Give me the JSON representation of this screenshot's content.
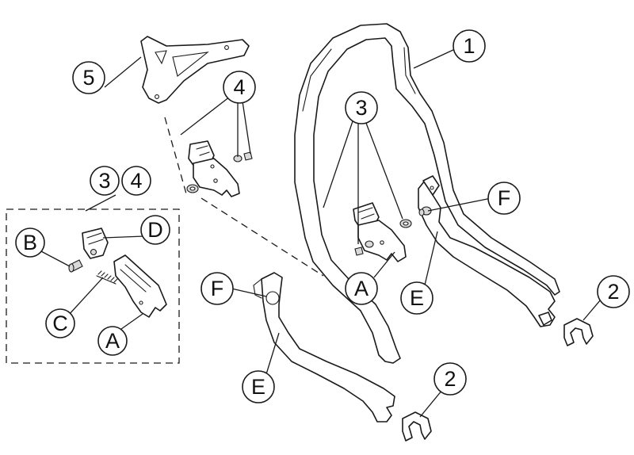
{
  "callouts": {
    "c1": "1",
    "c2_right": "2",
    "c2_bottom": "2",
    "c3_left": "3",
    "c3_main": "3",
    "c4_top": "4",
    "c4_left": "4",
    "c5": "5",
    "cA_main": "A",
    "cA_detail": "A",
    "cB": "B",
    "cC": "C",
    "cD": "D",
    "cE_right": "E",
    "cE_left": "E",
    "cF_right": "F",
    "cF_left": "F"
  }
}
